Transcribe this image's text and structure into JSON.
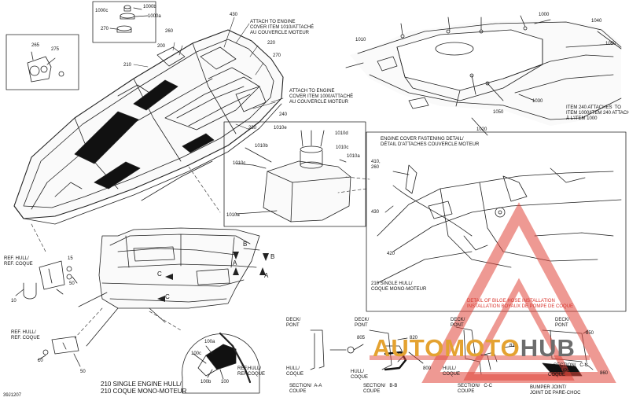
{
  "diagram_code": "39J1207",
  "callouts": {
    "c1000c": "1000c",
    "c1000b": "1000b",
    "c1000a": "1000a",
    "c270a": "270",
    "c265": "265",
    "c275": "275",
    "c210": "210",
    "c200": "200",
    "c260": "260",
    "c430": "430",
    "c220": "220",
    "c270b": "270",
    "c240": "240",
    "c230": "230",
    "c1000": "1000",
    "c1040": "1040",
    "c1010": "1010",
    "c1050": "1050",
    "c1030": "1030",
    "c1020": "1020",
    "c1010e": "1010e",
    "c1010d": "1010d",
    "c1010b": "1010b",
    "c1010c": "1010c",
    "c1010c2": "1010c",
    "c1010a": "1010a",
    "c1010a2": "1010a",
    "c410": "410,\n260",
    "c430b": "430",
    "c420": "420",
    "c15": "15",
    "c50a": "50",
    "c10a": "10",
    "c10b": "10",
    "c50b": "50",
    "c100a": "100a",
    "c100c": "100c",
    "c100b": "100b",
    "c100": "100",
    "c805": "805",
    "c820": "820",
    "c800": "800",
    "c810": "810",
    "c850": "850",
    "c860": "860"
  },
  "notes": {
    "attach1010": "ATTACH TO ENGINE\nCOVER ITEM 1010/ATTACHÉ\nAU COUVERCLE MOTEUR",
    "attach1000": "ATTACH TO ENGINE\nCOVER ITEM 1000/ATTACHÉ\nAU COUVERCLE MOTEUR",
    "item240": "ITEM 240 ATTACHES  TO\nITEM 1000/ITEM 240 ATTACHÉ\nÀ L'ITEM 1000",
    "fastening": "ENGINE COVER FASTENING DETAIL/\nDÉTAIL D'ATTACHES COUVERCLE MOTEUR",
    "mono_small": "210 SINGLE HULL/\nCOQUE MONO-MOTEUR",
    "bilge": "DETAIL OF BILGE HOSE INSTALLATION\nINSTALLATION BOYAUX DE POMPE DE COQUE",
    "ref_hull1": "REF. HULL/\nREF. COQUE",
    "ref_hull2": "REF. HULL/\nREF. COQUE",
    "ref_hull3": "REF.HULL/\nREF.COQUE",
    "mono_big": "210 SINGLE ENGINE HULL/\n210 COQUE MONO-MOTEUR"
  },
  "section_marks": {
    "b1": "B",
    "b2": "B",
    "a1": "A",
    "a2": "A",
    "c1": "C",
    "c2": "C"
  },
  "sections": {
    "deck1": "DECK/\nPONT",
    "hull1": "HULL/\nCOQUE",
    "sec_aa": "SECTION/  A-A\nCOUPE",
    "deck2": "DECK/\nPONT",
    "hull2": "HULL/\nCOQUE",
    "sec_bb": "SECTION/   B-B\nCOUPE",
    "deck3": "DECK/\nPONT",
    "hull3": "HULL/\nCOQUE",
    "sec_cc": "SECTION/   C-C\nCOUPE",
    "deck4": "DECK/\nPONT",
    "hull4": "HULL/\nCOQUE",
    "sec_cc2": "SECTION/   C-C\nCOUPE",
    "bumper": "BUMPER JOINT/\nJOINT DE PARE-CHOC"
  },
  "watermark": {
    "part1": "AUTOMOTO",
    "part2": "HUB"
  },
  "colors": {
    "line": "#222222",
    "watermark_red": "#e0453a",
    "watermark_gold": "#e4a230",
    "watermark_gray": "#6d6d6d"
  }
}
